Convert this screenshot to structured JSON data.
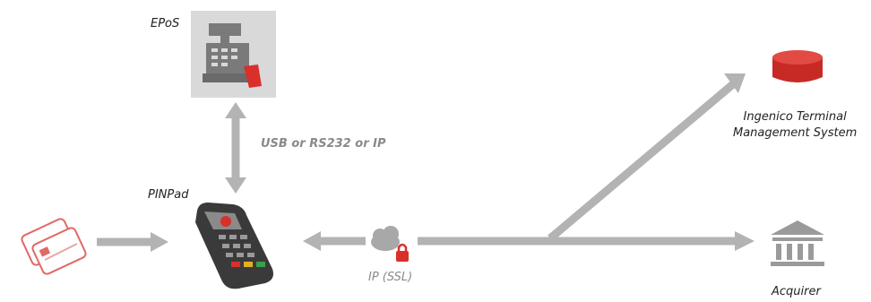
{
  "labels": {
    "epos": "EPoS",
    "connection": "USB or RS232 or IP",
    "pinpad": "PINPad",
    "ip_ssl": "IP (SSL)",
    "tms_line1": "Ingenico Terminal",
    "tms_line2": "Management System",
    "acquirer": "Acquirer"
  },
  "colors": {
    "arrow": "#b3b3b3",
    "accent_red": "#d9302b",
    "epos_box": "#d9d9d9"
  },
  "icons": [
    "epos-register-icon",
    "cards-icon",
    "pinpad-terminal-icon",
    "cloud-lock-icon",
    "database-icon",
    "bank-icon"
  ]
}
